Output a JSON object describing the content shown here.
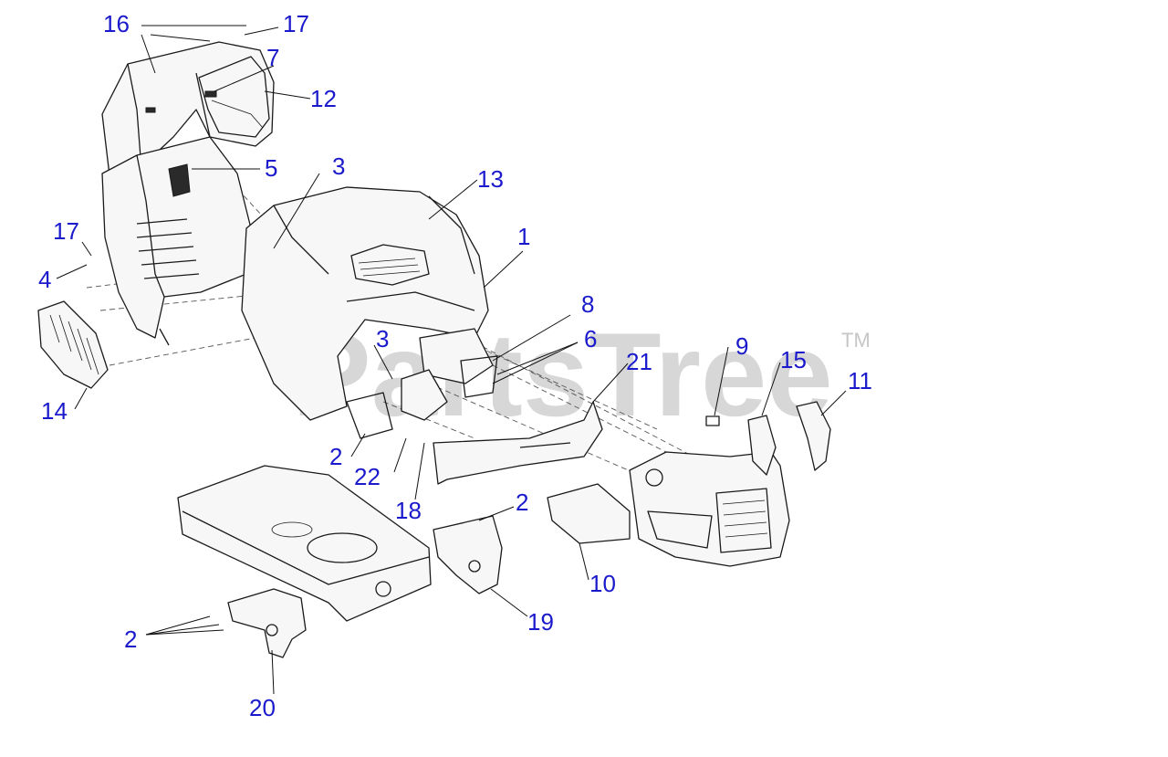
{
  "watermark": {
    "text": "PartsTree",
    "trademark": "TM"
  },
  "callouts": [
    "16",
    "17",
    "7",
    "12",
    "5",
    "3",
    "13",
    "1",
    "17",
    "4",
    "8",
    "3",
    "6",
    "21",
    "9",
    "15",
    "11",
    "14",
    "2",
    "22",
    "18",
    "2",
    "10",
    "19",
    "2",
    "20"
  ],
  "colors": {
    "callout": "#1a1acc",
    "line_art": "#1a1a1a",
    "watermark": "#b8b8b8"
  }
}
